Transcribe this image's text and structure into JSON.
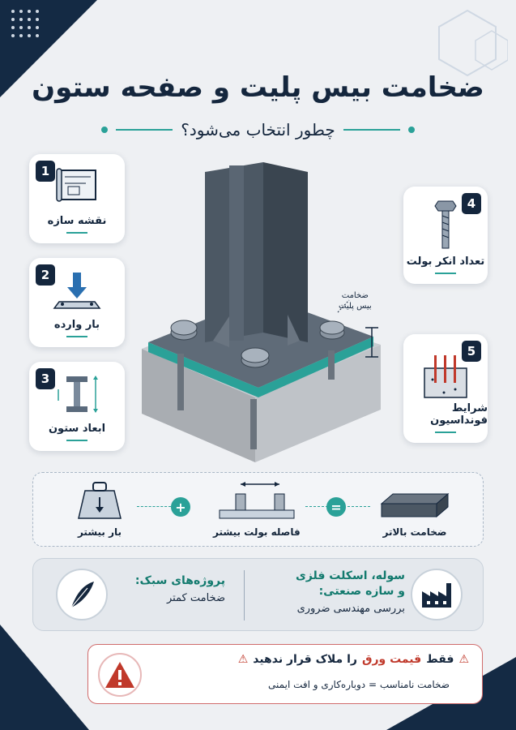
{
  "title": "ضخامت بیس پلیت و صفحه ستون",
  "subtitle": "چطور انتخاب می‌شود؟",
  "factors": [
    {
      "number": "1",
      "label": "نقشه سازه",
      "icon": "blueprint-icon"
    },
    {
      "number": "2",
      "label": "بار وارده",
      "icon": "load-arrow-icon"
    },
    {
      "number": "3",
      "label": "ابعاد ستون",
      "icon": "i-beam-icon"
    },
    {
      "number": "4",
      "label": "تعداد انکر بولت",
      "icon": "anchor-bolt-icon"
    },
    {
      "number": "5",
      "label": "شرایط فونداسیون",
      "icon": "foundation-icon"
    }
  ],
  "thickness_note": {
    "line1": "ضخامت",
    "line2": "بیس پلیت"
  },
  "formula": {
    "more_load": "بار بیشتر",
    "plus": "+",
    "bolt_spacing": "فاصله بولت بیشتر",
    "equals": "=",
    "higher_thickness": "ضخامت بالاتر"
  },
  "projects": {
    "light": {
      "title": "پروژه‌های سبک:",
      "desc": "ضخامت کمتر",
      "icon": "feather-icon"
    },
    "heavy": {
      "title_line1": "سوله، اسکلت فلزی",
      "title_line2": "و سازه صنعتی:",
      "desc": "بررسی مهندسی ضروری",
      "icon": "factory-icon"
    }
  },
  "warning": {
    "head_prefix": "فقط",
    "head_red": "قیمت ورق",
    "head_suffix": "را ملاک قرار ندهید",
    "desc": "ضخامت نامناسب = دوباره‌کاری و افت ایمنی",
    "icon": "warning-icon"
  },
  "colors": {
    "navy": "#14263d",
    "teal": "#2aa198",
    "red": "#c0392b"
  }
}
